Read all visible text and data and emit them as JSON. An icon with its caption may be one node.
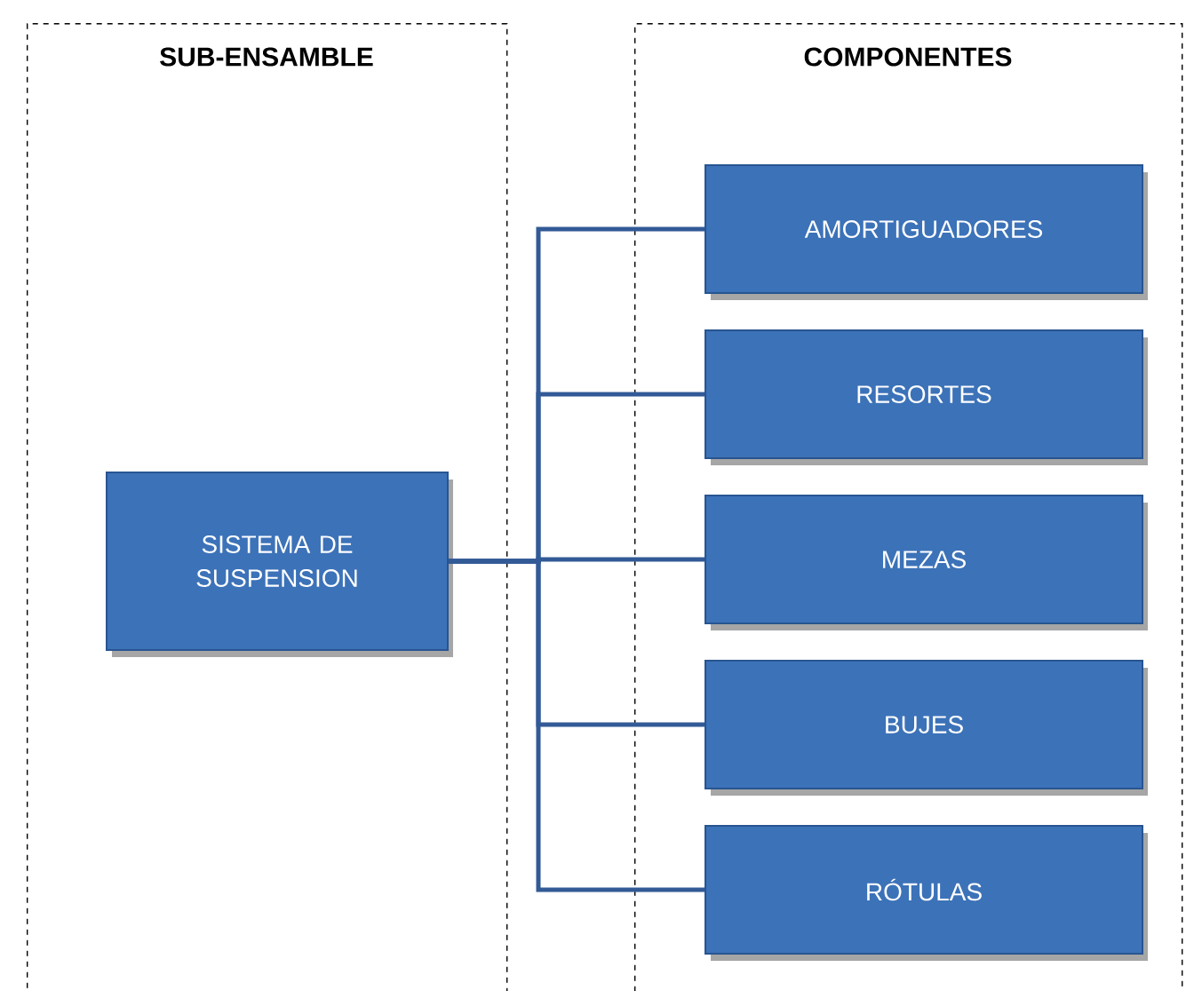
{
  "diagram": {
    "nodes": [
      {
        "text": [
          "SUB-ENSAMBLE"
        ]
      },
      {
        "text": [
          "COMPONENTES"
        ]
      },
      {
        "text": [
          "SISTEMA DE SUSPENSION"
        ],
        "in": 0
      },
      {
        "text": [
          "AMORTIGUADORES"
        ],
        "in": 1
      },
      {
        "text": [
          "RESORTES"
        ],
        "in": 1
      },
      {
        "text": [
          "MEZAS"
        ],
        "in": 1
      },
      {
        "text": [
          "BUJES"
        ],
        "in": 1
      },
      {
        "text": [
          "RÓTULAS"
        ],
        "in": 1
      }
    ],
    "edges": [
      {
        "from": 2,
        "to": 3,
        "arrow": "none"
      },
      {
        "from": 2,
        "to": 4,
        "arrow": "none"
      },
      {
        "from": 2,
        "to": 5,
        "arrow": "none"
      },
      {
        "from": 2,
        "to": 6,
        "arrow": "none"
      },
      {
        "from": 2,
        "to": 7,
        "arrow": "none"
      }
    ]
  }
}
